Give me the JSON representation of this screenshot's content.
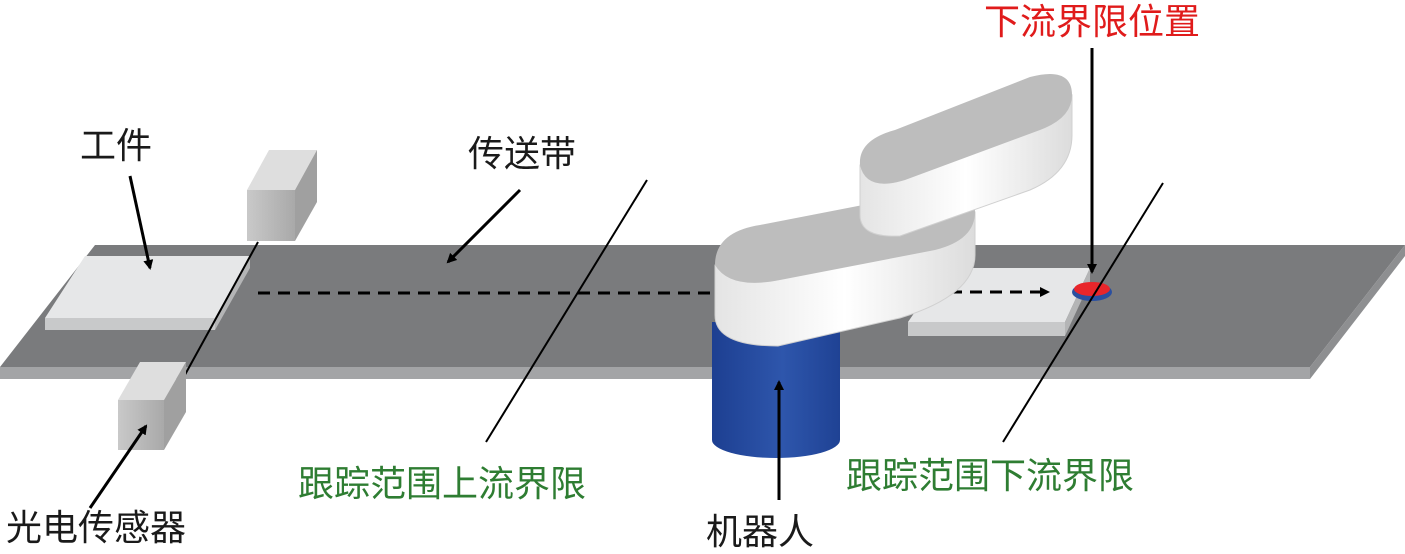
{
  "labels": {
    "workpiece": "工件",
    "conveyor": "传送带",
    "downstream_position": "下流界限位置",
    "sensor": "光电传感器",
    "upper_limit": "跟踪范围上流界限",
    "lower_limit": "跟踪范围下流界限",
    "robot": "机器人"
  },
  "colors": {
    "label_default": "#1a1a1a",
    "label_limit": "#2e7d32",
    "label_position": "#e01b1b",
    "belt_top": "#7a7b7d",
    "belt_edge": "#a3a4a6",
    "robot_base": "#2a4fa0",
    "robot_arm": "#f2f2f2",
    "marker": "#e8262b"
  }
}
